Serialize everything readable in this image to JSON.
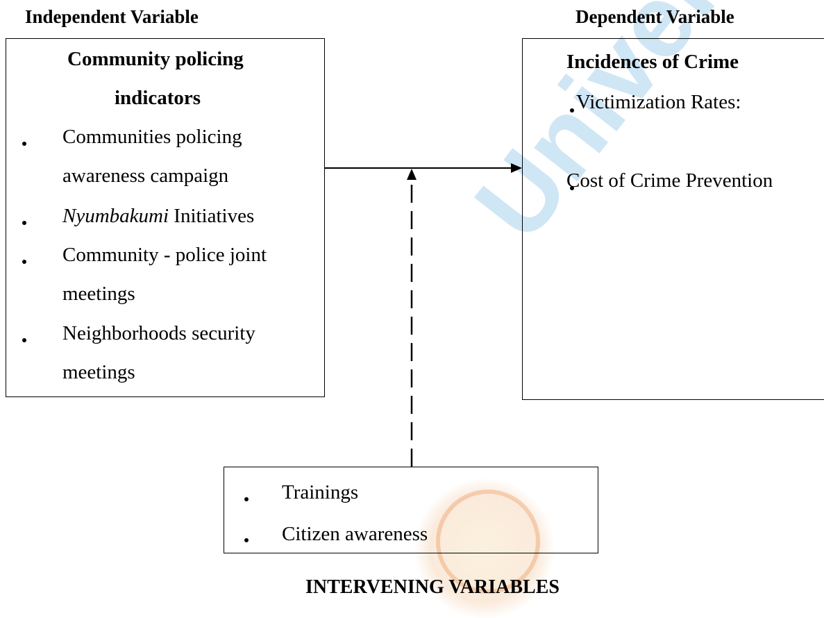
{
  "headers": {
    "independent": "Independent Variable",
    "dependent": "Dependent Variable",
    "intervening": "INTERVENING VARIABLES"
  },
  "independent_box": {
    "title_line1": "Community policing",
    "title_line2": "indicators",
    "items": [
      {
        "line1": "Communities policing",
        "line2": "awareness campaign"
      },
      {
        "line1_italic": "Nyumbakumi",
        "line1_rest": " Initiatives",
        "line2": ""
      },
      {
        "line1": "Community - police joint",
        "line2": "meetings"
      },
      {
        "line1": "Neighborhoods security",
        "line2": "meetings"
      }
    ]
  },
  "dependent_box": {
    "title": "Incidences of Crime",
    "items": [
      "Victimization Rates:",
      "Cost of Crime Prevention"
    ]
  },
  "intervening_box": {
    "items": [
      "Trainings",
      "Citizen awareness"
    ]
  },
  "watermark": {
    "text": "University",
    "color": "#2b8fd6"
  }
}
